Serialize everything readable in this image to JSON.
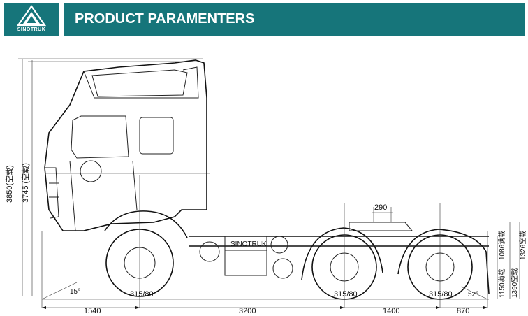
{
  "header": {
    "brand": "SINOTRUK",
    "title": "PRODUCT PARAMENTERS",
    "accent_color": "#16757a"
  },
  "dimensions": {
    "overall_height": "3850(空载)",
    "cab_height": "3745 (空载)",
    "front_overhang": "1540",
    "wheelbase_1": "3200",
    "wheelbase_2": "1400",
    "rear_overhang": "870",
    "fifth_wheel_offset": "290",
    "approach_angle": "15°",
    "departure_angle": "52°",
    "tire_front": "315/80",
    "tire_mid": "315/80",
    "tire_rear": "315/80",
    "frame_height_1": "1150满载",
    "frame_height_2": "1390空载",
    "fifth_wheel_height_1": "1086满载",
    "fifth_wheel_height_2": "1326空载",
    "fuel_tank_label": "SINOTRUK"
  }
}
